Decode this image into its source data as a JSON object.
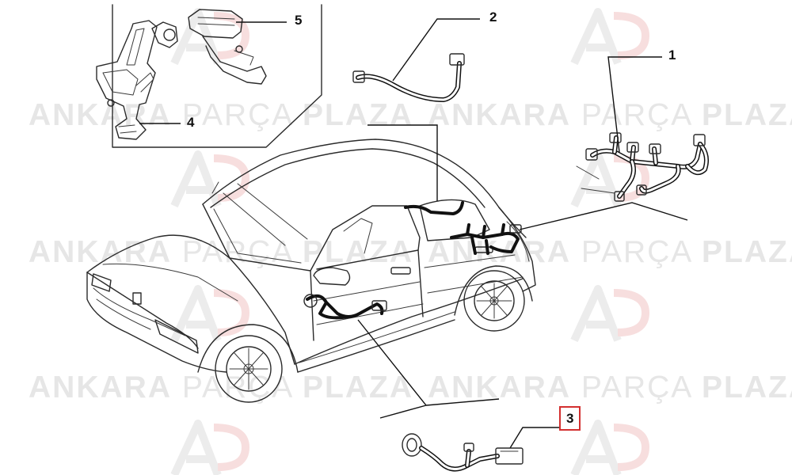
{
  "watermark": {
    "brand_bold_1": "ANKARA",
    "brand_regular": " PARÇA ",
    "brand_bold_2": "PLAZA"
  },
  "callouts": [
    {
      "id": "1",
      "label": "1",
      "selected": false
    },
    {
      "id": "2",
      "label": "2",
      "selected": false
    },
    {
      "id": "3",
      "label": "3",
      "selected": true
    },
    {
      "id": "4",
      "label": "4",
      "selected": false
    },
    {
      "id": "5",
      "label": "5",
      "selected": false
    }
  ],
  "colors": {
    "line": "#2a2a2a",
    "highlight_border": "#d32f2f",
    "watermark": "#e6e6e6"
  }
}
